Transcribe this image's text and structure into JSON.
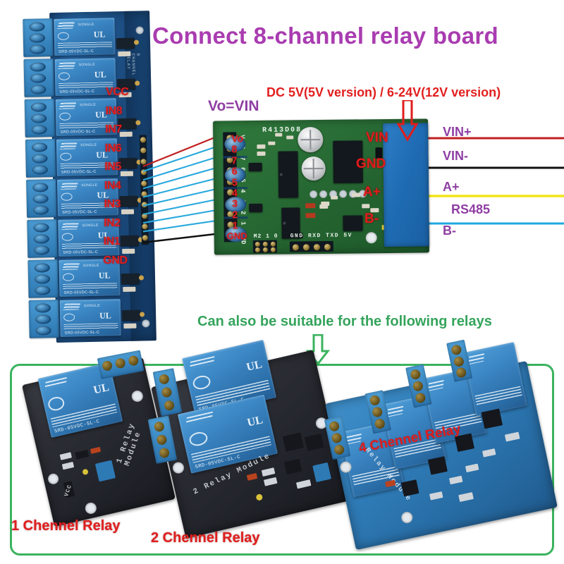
{
  "page": {
    "title": "Connect 8-channel relay board",
    "subtitle": "Can also be suitable for the following relays"
  },
  "colors": {
    "title_purple": "#a93cb0",
    "label_purple": "#8f3fa3",
    "label_red": "#e01d1d",
    "label_green": "#35a45c",
    "box_green": "#3bb35f",
    "wire_red": "#c02020",
    "wire_black": "#111111",
    "wire_cyan": "#29a9dd",
    "wire_yellow": "#f2e41a",
    "wire_blue": "#1fa8e0",
    "pcb_blue": "#24619e",
    "pcb_green": "#2b7138"
  },
  "relay_board_8ch": {
    "name": "8-channel-relay-board",
    "pin_labels": [
      "VCC",
      "IN8",
      "IN7",
      "IN6",
      "IN5",
      "IN4",
      "IN3",
      "IN2",
      "IN1",
      "GND"
    ],
    "relay_silk_top": "SONGLE",
    "relay_silk_bottom": "SRD-05VDC-SL-C",
    "relay_silk_mark": "UL",
    "relay_count": 8,
    "terminal_screws_per_block": 3
  },
  "rs485_board": {
    "name": "rs485-relay-control-board",
    "chip_marking": "R413D08",
    "left_header_labels": [
      "Vo",
      "8",
      "7",
      "6",
      "5",
      "4",
      "3",
      "2",
      "1",
      "GND"
    ],
    "left_header_silk": [
      "Vo",
      "8",
      "7",
      "6",
      "5",
      "4",
      "3",
      "2",
      "1",
      "GND"
    ],
    "jumper_label": "M2 1 0",
    "uart_header_label": "GND RXD TXD 5V",
    "terminal_labels": [
      "VIN",
      "GND",
      "A+",
      "B-"
    ]
  },
  "annotations": {
    "vo_vin": "Vo=VIN",
    "power_spec": "DC 5V(5V version) / 6-24V(12V version)",
    "right_labels": [
      {
        "text": "VIN+",
        "wire_color": "#c02020"
      },
      {
        "text": "VIN-",
        "wire_color": "#111111"
      },
      {
        "text": "A+",
        "wire_color": "#f2e41a"
      },
      {
        "text": "RS485",
        "wire_color": ""
      },
      {
        "text": "B-",
        "wire_color": "#1fa8e0"
      }
    ],
    "power_arrow": "down-arrow-red",
    "section_arrow": "down-arrow-green"
  },
  "compatible_relays": [
    {
      "caption": "1 Chennel Relay",
      "silk": "1 Relay Module",
      "channels": 1
    },
    {
      "caption": "2 Chennel Relay",
      "silk": "2 Relay Module",
      "channels": 2
    },
    {
      "caption": "4 Chennel Relay",
      "silk": "Relay Module",
      "channels": 4
    }
  ]
}
